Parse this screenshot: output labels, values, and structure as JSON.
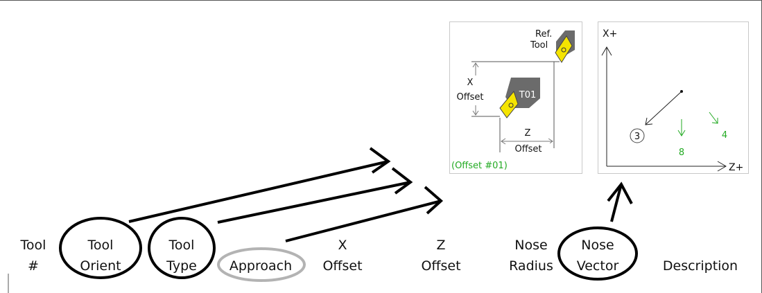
{
  "columns": [
    {
      "id": "tool-number",
      "line1": "Tool",
      "line2": "#"
    },
    {
      "id": "tool-orient",
      "line1": "Tool",
      "line2": "Orient"
    },
    {
      "id": "tool-type",
      "line1": "Tool",
      "line2": "Type"
    },
    {
      "id": "approach",
      "line1": "",
      "line2": "Approach"
    },
    {
      "id": "x-offset",
      "line1": "X",
      "line2": "Offset"
    },
    {
      "id": "z-offset",
      "line1": "Z",
      "line2": "Offset"
    },
    {
      "id": "nose-radius",
      "line1": "Nose",
      "line2": "Radius"
    },
    {
      "id": "nose-vector",
      "line1": "Nose",
      "line2": "Vector"
    },
    {
      "id": "description",
      "line1": "",
      "line2": "Description"
    }
  ],
  "offset_panel": {
    "ref_tool_line1": "Ref.",
    "ref_tool_line2": "Tool",
    "x_offset_line1": "X",
    "x_offset_line2": "Offset",
    "tool_label": "T01",
    "z_offset_line1": "Z",
    "z_offset_line2": "Offset",
    "offset_number": "(Offset #01)"
  },
  "vector_panel": {
    "x_axis": "X+",
    "z_axis": "Z+",
    "vector_selected": "3",
    "vector_8": "8",
    "vector_4": "4"
  },
  "colors": {
    "green": "#22aa22",
    "insert_yellow": "#f5e400",
    "tool_gray": "#6b6b6b",
    "circle_black": "#000000",
    "circle_gray": "#bbbbbb"
  }
}
